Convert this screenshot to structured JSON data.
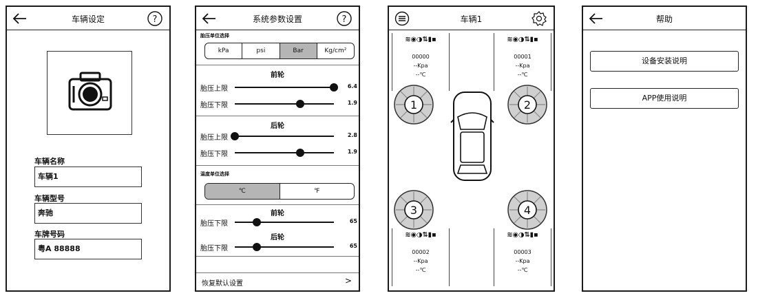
{
  "vehicle_settings": {
    "title": "车辆设定",
    "fields": [
      {
        "label": "车辆名称",
        "value": "车辆1"
      },
      {
        "label": "车辆型号",
        "value": "奔驰"
      },
      {
        "label": "车牌号码",
        "value": "粤A 88888"
      }
    ]
  },
  "system_params": {
    "title": "系统参数设置",
    "pressure_unit_label": "胎压单位选择",
    "pressure_units": [
      "kPa",
      "psi",
      "Bar",
      "Kg/cm²"
    ],
    "pressure_unit_selected": 2,
    "pressure_groups": [
      {
        "title": "前轮",
        "rows": [
          {
            "label": "胎压上限",
            "value": "6.4",
            "level": 1.0
          },
          {
            "label": "胎压下限",
            "value": "1.9",
            "level": 0.66
          }
        ]
      },
      {
        "title": "后轮",
        "rows": [
          {
            "label": "胎压上限",
            "value": "2.8",
            "level": 0.0
          },
          {
            "label": "胎压下限",
            "value": "1.9",
            "level": 0.66
          }
        ]
      }
    ],
    "temp_unit_label": "温度单位选择",
    "temp_units": [
      "℃",
      "℉"
    ],
    "temp_unit_selected": 0,
    "temp_groups": [
      {
        "title": "前轮",
        "rows": [
          {
            "label": "胎压下限",
            "value": "65",
            "level": 0.22
          }
        ]
      },
      {
        "title": "后轮",
        "rows": [
          {
            "label": "胎压下限",
            "value": "65",
            "level": 0.22
          }
        ]
      }
    ],
    "restore_label": "恢复默认设置",
    "restore_arrow": ">"
  },
  "vehicle_view": {
    "title": "车辆1",
    "tires": [
      {
        "number": "1",
        "id": "00000",
        "pressure": "--Kpa",
        "temp": "--℃"
      },
      {
        "number": "2",
        "id": "00001",
        "pressure": "--Kpa",
        "temp": "--℃"
      },
      {
        "number": "3",
        "id": "00002",
        "pressure": "--Kpa",
        "temp": "--℃"
      },
      {
        "number": "4",
        "id": "00003",
        "pressure": "--Kpa",
        "temp": "--℃"
      }
    ]
  },
  "help": {
    "title": "帮助",
    "buttons": [
      "设备安装说明",
      "APP使用说明"
    ]
  },
  "icons": {
    "back": "back-arrow-icon",
    "help": "question-circle-icon",
    "menu": "menu-circle-icon",
    "settings": "gear-icon",
    "camera": "camera-icon",
    "status": "tire-status-icons"
  }
}
